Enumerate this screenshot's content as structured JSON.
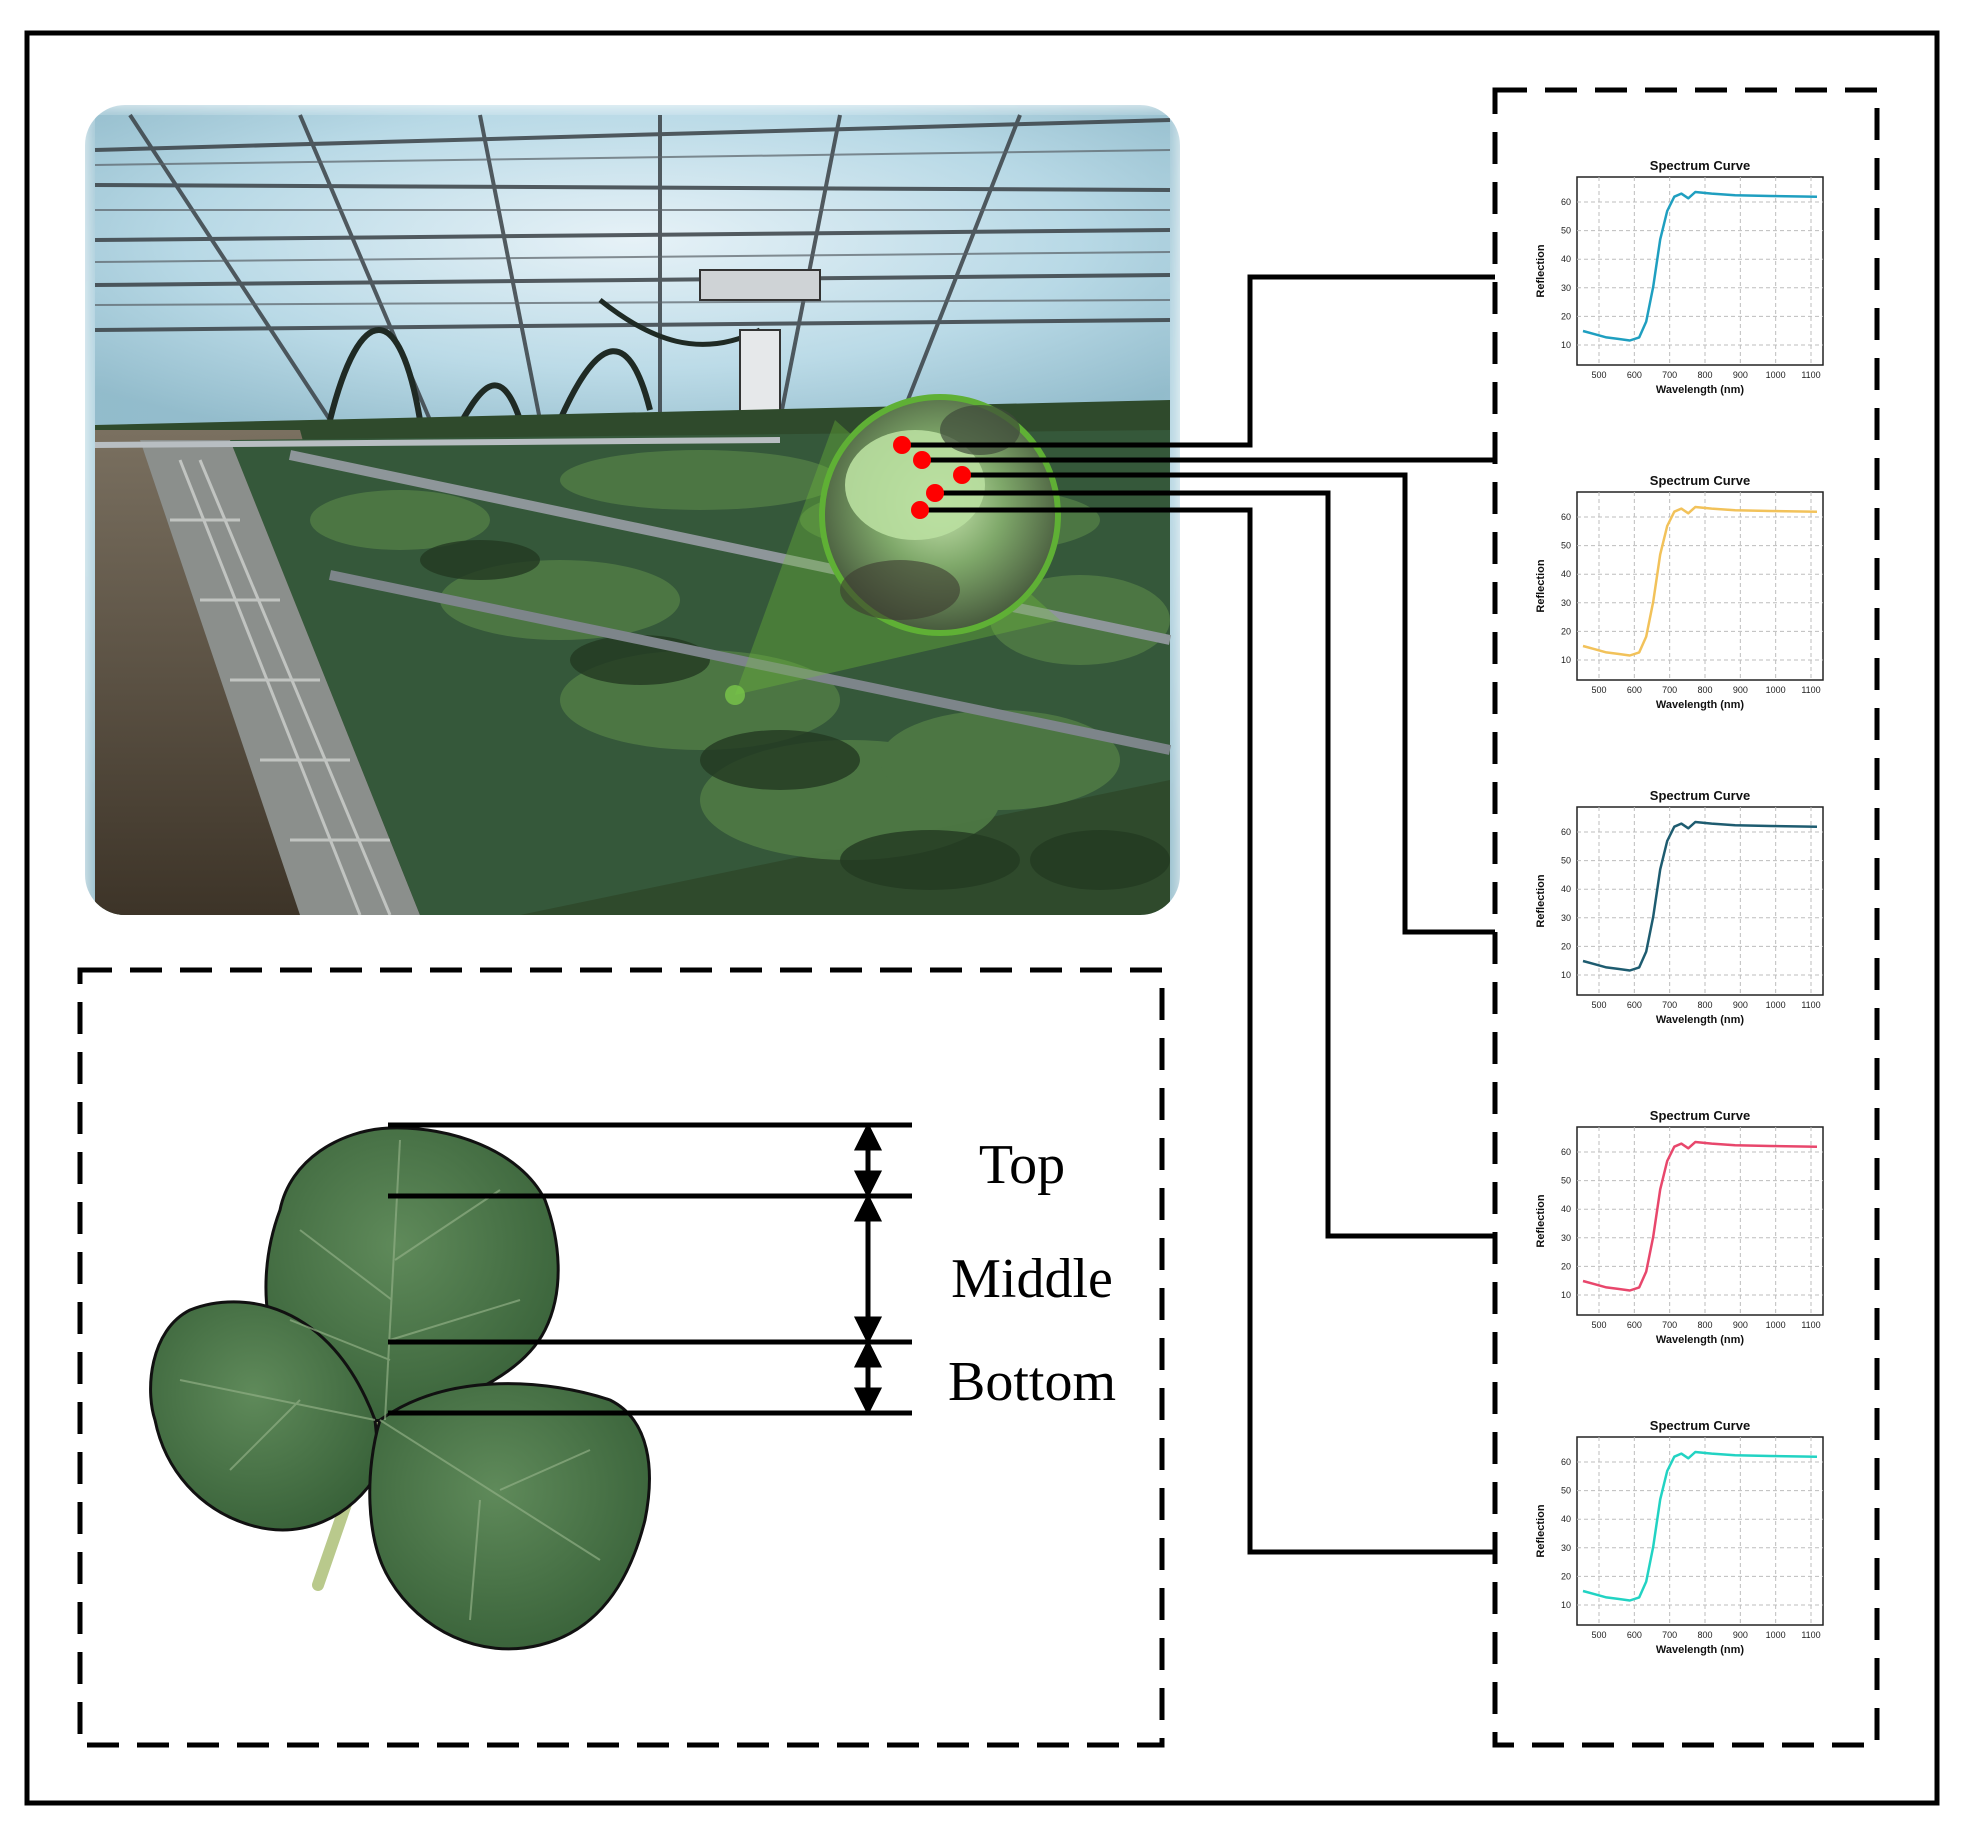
{
  "leaf_levels": {
    "top": "Top",
    "middle": "Middle",
    "bottom": "Bottom"
  },
  "sample_point_color": "#ff0000",
  "spectra": [
    {
      "title": "Spectrum Curve",
      "xlabel": "Wavelength (nm)",
      "ylabel": "Reflection",
      "color": "#1f9fc0",
      "x_ticks": [
        "500",
        "600",
        "700",
        "800",
        "900",
        "1000",
        "1100"
      ],
      "y_ticks": [
        "10",
        "20",
        "30",
        "40",
        "50",
        "60"
      ]
    },
    {
      "title": "Spectrum Curve",
      "xlabel": "Wavelength (nm)",
      "ylabel": "Reflection",
      "color": "#f2c25a",
      "x_ticks": [
        "500",
        "600",
        "700",
        "800",
        "900",
        "1000",
        "1100"
      ],
      "y_ticks": [
        "10",
        "20",
        "30",
        "40",
        "50",
        "60"
      ]
    },
    {
      "title": "Spectrum Curve",
      "xlabel": "Wavelength (nm)",
      "ylabel": "Reflection",
      "color": "#1e5c70",
      "x_ticks": [
        "500",
        "600",
        "700",
        "800",
        "900",
        "1000",
        "1100"
      ],
      "y_ticks": [
        "10",
        "20",
        "30",
        "40",
        "50",
        "60"
      ]
    },
    {
      "title": "Spectrum Curve",
      "xlabel": "Wavelength (nm)",
      "ylabel": "Reflection",
      "color": "#e8476c",
      "x_ticks": [
        "500",
        "600",
        "700",
        "800",
        "900",
        "1000",
        "1100"
      ],
      "y_ticks": [
        "10",
        "20",
        "30",
        "40",
        "50",
        "60"
      ]
    },
    {
      "title": "Spectrum Curve",
      "xlabel": "Wavelength (nm)",
      "ylabel": "Reflection",
      "color": "#22d3c3",
      "x_ticks": [
        "500",
        "600",
        "700",
        "800",
        "900",
        "1000",
        "1100"
      ],
      "y_ticks": [
        "10",
        "20",
        "30",
        "40",
        "50",
        "60"
      ]
    }
  ]
}
